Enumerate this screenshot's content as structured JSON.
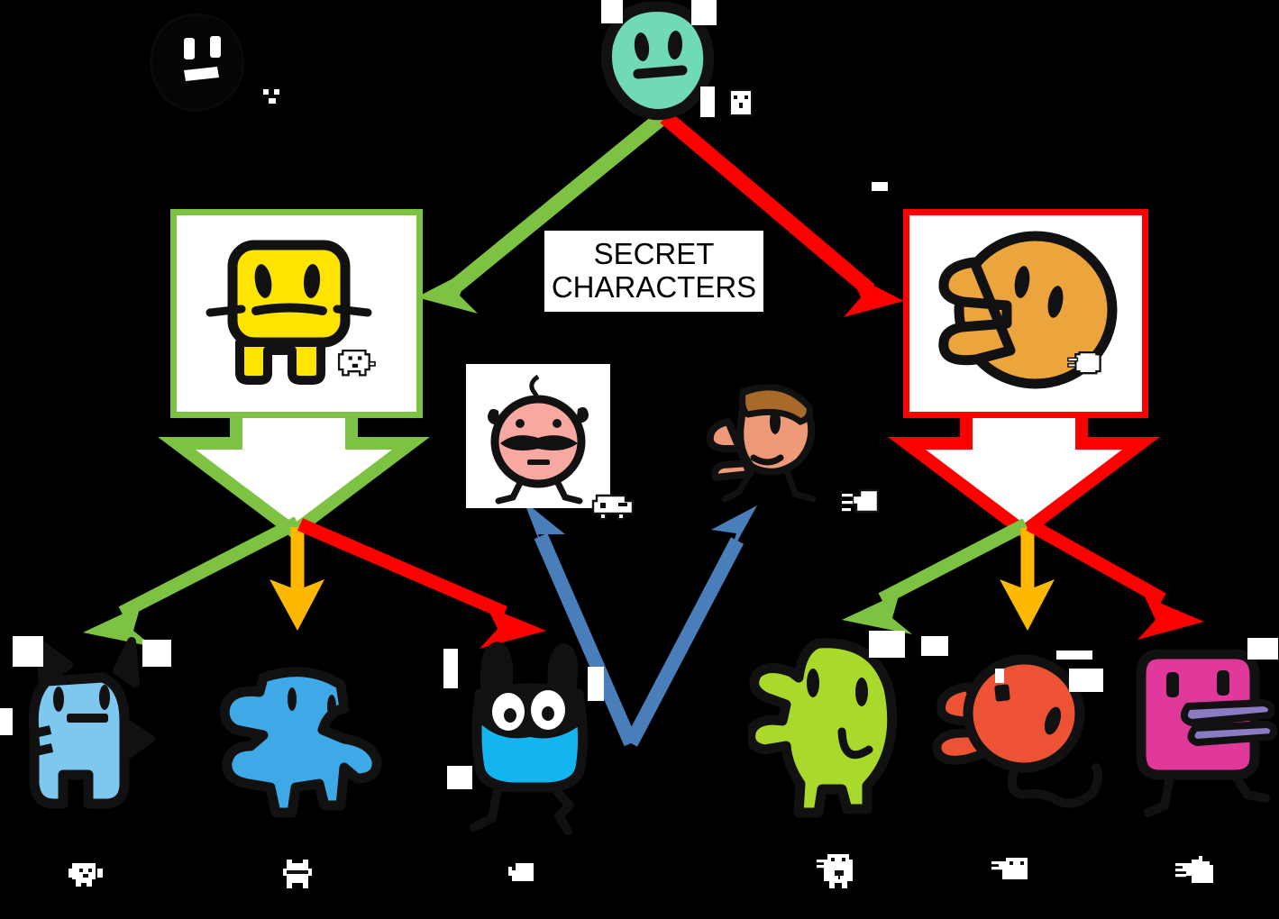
{
  "diagram": {
    "title_label": {
      "line1": "SECRET",
      "line2": "CHARACTERS"
    },
    "background_color": "#000000",
    "colors": {
      "green_arrow": "#7DC242",
      "red_arrow": "#FF0000",
      "orange_arrow": "#FFB800",
      "blue_arrow": "#4A7EBB",
      "box_fill": "#FFFFFF"
    }
  },
  "nodes": {
    "root": {
      "name": "teal-blob-character",
      "color": "#6FD9B8",
      "description": "teal round blob with two eyes and straight mouth"
    },
    "black_blob": {
      "name": "black-blob-character",
      "color": "#050505",
      "description": "black round blob with white eyes and white mouth"
    },
    "left_box": {
      "name": "yellow-character",
      "color": "#FFE400",
      "border": "#7DC242",
      "description": "yellow square headed character with whiskers and legs"
    },
    "right_box": {
      "name": "orange-character",
      "color": "#ECA43C",
      "border": "#FF0000",
      "description": "orange blob with beak"
    },
    "secret_left": {
      "name": "pink-mustache-character",
      "color": "#F7A8A0",
      "description": "pink baby face with mustache and thin legs"
    },
    "secret_right": {
      "name": "brown-hair-person",
      "color": "#EE9A78",
      "hair": "#A9692B",
      "description": "person with brown hair and big nose walking"
    }
  },
  "bottom_row": [
    {
      "name": "blue-cat-character",
      "color": "#7EC8F0",
      "label": ""
    },
    {
      "name": "blue-dog-character",
      "color": "#3FA9E8",
      "label": ""
    },
    {
      "name": "blue-masked-character",
      "color": "#12B5F0",
      "label": ""
    },
    {
      "name": "lime-blob-character",
      "color": "#A8D92B",
      "label": ""
    },
    {
      "name": "red-beak-character",
      "color": "#EE5234",
      "label": ""
    },
    {
      "name": "magenta-beak-character",
      "color": "#E0389B",
      "label": ""
    }
  ],
  "edges": [
    {
      "from": "root",
      "to": "left_box",
      "color": "#7DC242"
    },
    {
      "from": "root",
      "to": "right_box",
      "color": "#FF0000"
    },
    {
      "from": "left_box",
      "to": "blue-cat-character",
      "color": "#7DC242"
    },
    {
      "from": "left_box",
      "to": "blue-dog-character",
      "color": "#FFB800"
    },
    {
      "from": "left_box",
      "to": "blue-masked-character",
      "color": "#FF0000"
    },
    {
      "from": "right_box",
      "to": "lime-blob-character",
      "color": "#7DC242"
    },
    {
      "from": "right_box",
      "to": "red-beak-character",
      "color": "#FFB800"
    },
    {
      "from": "right_box",
      "to": "magenta-beak-character",
      "color": "#FF0000"
    },
    {
      "from": "blue-masked-character",
      "to": "secret_left",
      "color": "#4A7EBB"
    },
    {
      "from": "blue-masked-character",
      "to": "secret_right",
      "color": "#4A7EBB"
    }
  ]
}
